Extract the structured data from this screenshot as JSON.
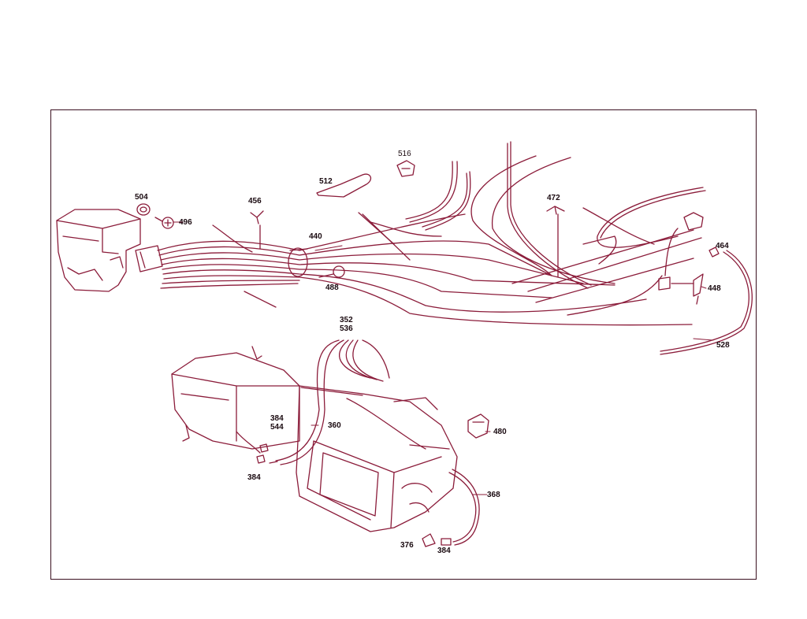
{
  "callouts": {
    "c504": "504",
    "c496": "496",
    "c456": "456",
    "c512": "512",
    "c516": "516",
    "c440": "440",
    "c488": "488",
    "c472": "472",
    "c464": "464",
    "c448": "448",
    "c528": "528",
    "c352": "352",
    "c536": "536",
    "c384a": "384",
    "c544": "544",
    "c360": "360",
    "c384b": "384",
    "c480": "480",
    "c368": "368",
    "c376": "376",
    "c384c": "384"
  },
  "colors": {
    "line": "#8b1c3a",
    "ink": "#1a0a10",
    "frame": "#3a1020"
  }
}
